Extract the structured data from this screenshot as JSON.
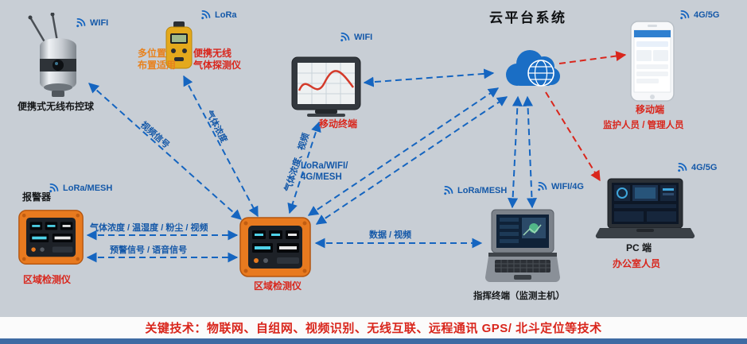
{
  "colors": {
    "background": "#c8ced5",
    "link_blue": "#1565c0",
    "link_red": "#d9261c",
    "device_orange": "#e87a1f",
    "footer_bar_blue": "#3e6ba3"
  },
  "cloud": {
    "title": "云平台系统"
  },
  "devices": {
    "camera": {
      "label": "便携式无线布控球",
      "signal": "WIFI"
    },
    "gas_detector": {
      "signal": "LoRa",
      "note_line1": "多位置",
      "note_line2": "布置适用",
      "name_line1": "便携无线",
      "name_line2": "气体探测仪"
    },
    "tablet": {
      "label": "移动终端",
      "signal": "WIFI"
    },
    "phone": {
      "label": "移动端",
      "sublabel": "监护人员 / 管理人员",
      "signal": "4G/5G"
    },
    "left_detector": {
      "alarm_label": "报警器",
      "signal": "LoRa/MESH",
      "label": "区域检测仪"
    },
    "center_detector": {
      "label": "区域检测仪"
    },
    "command_terminal": {
      "label": "指挥终端（监测主机）",
      "signal_left": "LoRa/MESH",
      "signal_right": "WIFI/4G"
    },
    "pc": {
      "label": "PC 端",
      "sublabel": "办公室人员",
      "signal": "4G/5G"
    }
  },
  "links": {
    "camera_to_center": "视频信号",
    "gas_to_center": "气体浓度",
    "tablet_to_center": "气体浓度、视频",
    "center_to_cloud_line1": "LoRa/WIFI/",
    "center_to_cloud_line2": "4G/MESH",
    "left_to_center_top": "气体浓度 / 温湿度 / 粉尘 / 视频",
    "left_to_center_bottom": "预警信号 / 语音信号",
    "center_to_command": "数据 / 视频"
  },
  "footer": {
    "text": "关键技术：物联网、自组网、视频识别、无线互联、远程通讯 GPS/ 北斗定位等技术"
  }
}
